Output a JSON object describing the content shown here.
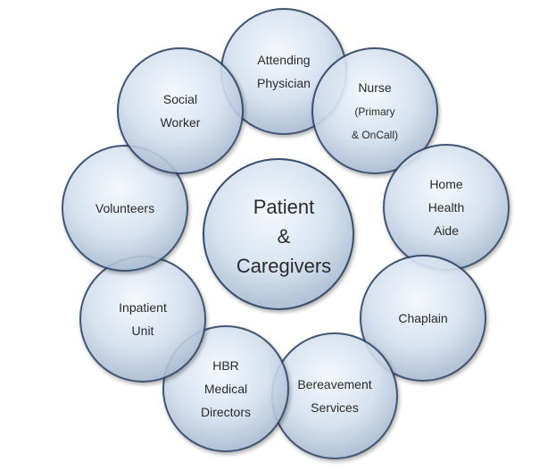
{
  "diagram": {
    "center": {
      "lines": [
        "Patient",
        "&",
        "Caregivers"
      ]
    },
    "nodes": [
      {
        "id": "attending-physician",
        "lines": [
          "Attending",
          "Physician"
        ]
      },
      {
        "id": "nurse",
        "lines": [
          "Nurse",
          "(Primary",
          "& OnCall)"
        ]
      },
      {
        "id": "home-health-aide",
        "lines": [
          "Home",
          "Health",
          "Aide"
        ]
      },
      {
        "id": "chaplain",
        "lines": [
          "Chaplain"
        ]
      },
      {
        "id": "bereavement-services",
        "lines": [
          "Bereavement",
          "Services"
        ]
      },
      {
        "id": "hbr-medical-directors",
        "lines": [
          "HBR",
          "Medical",
          "Directors"
        ]
      },
      {
        "id": "inpatient-unit",
        "lines": [
          "Inpatient",
          "Unit"
        ]
      },
      {
        "id": "volunteers",
        "lines": [
          "Volunteers"
        ]
      },
      {
        "id": "social-worker",
        "lines": [
          "Social",
          "Worker"
        ]
      }
    ],
    "colors": {
      "fill_light": "#eaf1f8",
      "fill_mid": "#c6d5e6",
      "fill_dark": "#9fb3cc",
      "stroke": "#2e4466",
      "text": "#2b2b2b"
    }
  }
}
